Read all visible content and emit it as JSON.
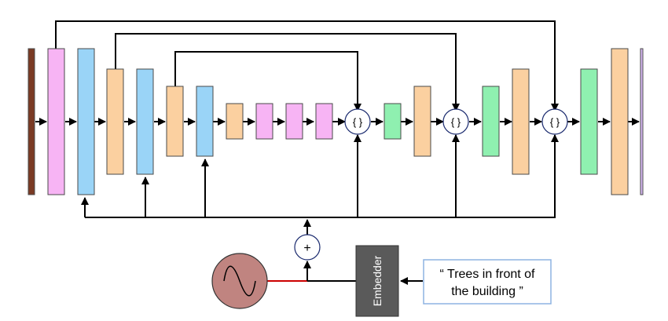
{
  "concat_symbol": "{ }",
  "add_symbol": "+",
  "embedder_label": "Embedder",
  "prompt_lines": [
    "“ Trees in front of",
    "the building  ”"
  ],
  "colors": {
    "input_block": "#7a3a24",
    "pink": "#f7b4f4",
    "blue": "#9ad4f7",
    "orange": "#fbd0a0",
    "green": "#8ff0b0",
    "output_block": "#d8b8f5",
    "sine_fill": "#c08480",
    "embedder_fill": "#5a5a5a",
    "conditioning_line": "#cc0000"
  },
  "blocks": [
    {
      "id": "input",
      "color": "input_block"
    },
    {
      "id": "enc1",
      "color": "pink"
    },
    {
      "id": "enc2",
      "color": "blue"
    },
    {
      "id": "enc3",
      "color": "orange"
    },
    {
      "id": "enc4",
      "color": "blue"
    },
    {
      "id": "enc5",
      "color": "orange"
    },
    {
      "id": "enc6",
      "color": "blue"
    },
    {
      "id": "mid1",
      "color": "orange"
    },
    {
      "id": "mid2",
      "color": "pink"
    },
    {
      "id": "mid3",
      "color": "pink"
    },
    {
      "id": "mid4",
      "color": "pink"
    },
    {
      "id": "dec1",
      "color": "green"
    },
    {
      "id": "dec2",
      "color": "orange"
    },
    {
      "id": "dec3",
      "color": "green"
    },
    {
      "id": "dec4",
      "color": "orange"
    },
    {
      "id": "dec5",
      "color": "green"
    },
    {
      "id": "dec6",
      "color": "orange"
    },
    {
      "id": "output",
      "color": "output_block"
    }
  ]
}
